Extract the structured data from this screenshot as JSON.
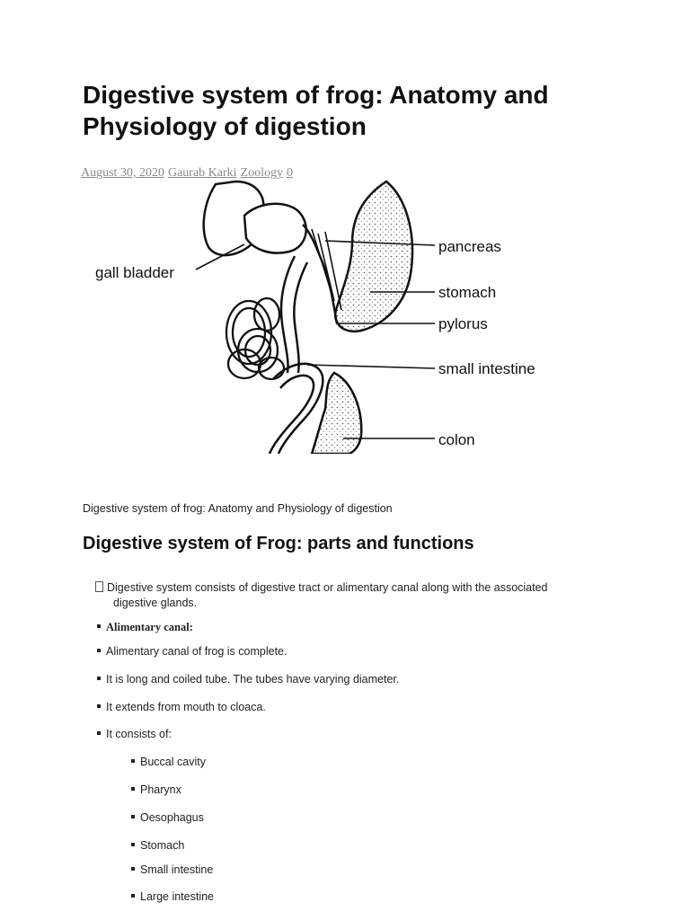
{
  "article": {
    "title": "Digestive system of frog: Anatomy and Physiology of digestion",
    "meta": {
      "date": "August 30, 2020",
      "author": "Gaurab Karki",
      "category": "Zoology",
      "comments": "0"
    }
  },
  "figure": {
    "labels": {
      "gall_bladder": "gall bladder",
      "pancreas": "pancreas",
      "stomach": "stomach",
      "pylorus": "pylorus",
      "small_intestine": "small intestine",
      "colon": "colon"
    },
    "caption": "Digestive system of frog: Anatomy and Physiology of digestion"
  },
  "section": {
    "heading": "Digestive system of Frog: parts and functions",
    "intro_line1": "Digestive system consists of digestive tract or alimentary canal along with the associated",
    "intro_line2": "digestive glands.",
    "items": [
      "Alimentary canal:",
      "Alimentary canal of frog is complete.",
      "It is long and coiled tube. The tubes have varying diameter.",
      "It extends from mouth to cloaca.",
      "It consists of:"
    ],
    "subitems": [
      "Buccal cavity",
      "Pharynx",
      "Oesophagus",
      "Stomach",
      "Small intestine",
      "Large intestine"
    ]
  }
}
